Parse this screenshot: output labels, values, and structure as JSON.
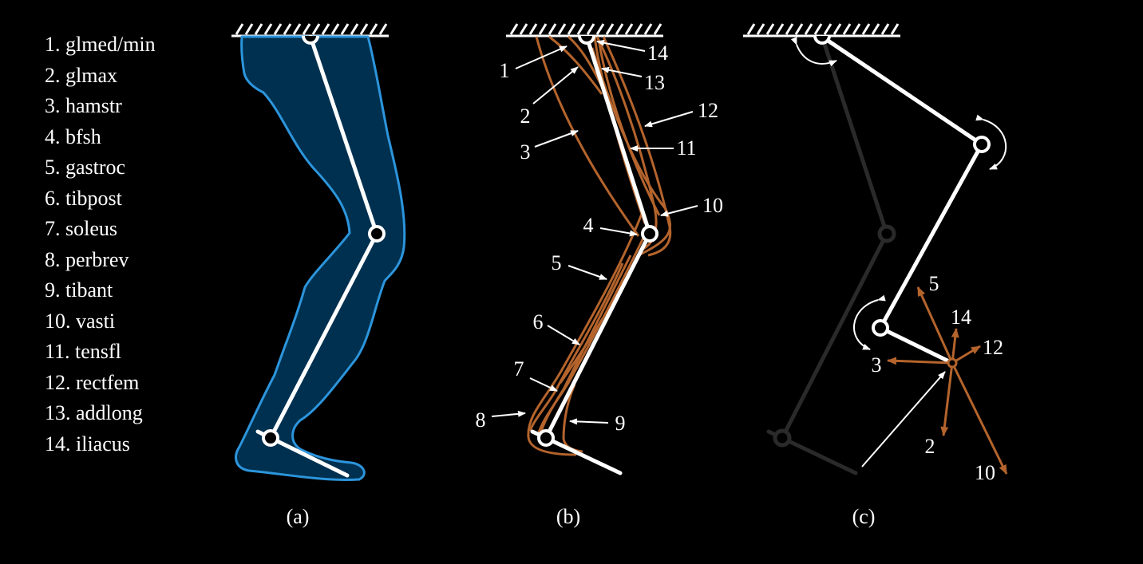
{
  "legend": [
    "1. glmed/min",
    "2. glmax",
    "3. hamstr",
    "4. bfsh",
    "5. gastroc",
    "6. tibpost",
    "7. soleus",
    "8. perbrev",
    "9. tibant",
    "10. vasti",
    "11. tensfl",
    "12. rectfem",
    "13. addlong",
    "14. iliacus"
  ],
  "panels": {
    "a": "(a)",
    "b": "(b)",
    "c": "(c)"
  },
  "panel_b_labels": {
    "n1": "1",
    "n2": "2",
    "n3": "3",
    "n4": "4",
    "n5": "5",
    "n6": "6",
    "n7": "7",
    "n8": "8",
    "n9": "9",
    "n10": "10",
    "n11": "11",
    "n12": "12",
    "n13": "13",
    "n14": "14"
  },
  "panel_c_labels": {
    "n5": "5",
    "n14": "14",
    "n12": "12",
    "n3": "3",
    "n2": "2",
    "n10": "10"
  },
  "colors": {
    "background": "#000000",
    "leg_fill": "#00304f",
    "leg_outline": "#2c95dc",
    "muscle": "#b4642c",
    "skeleton": "#ffffff",
    "faded_skeleton": "#2a2a2a"
  },
  "icons": {
    "ground": "hatched-ground-icon",
    "joint": "pin-joint-icon",
    "rotation": "curved-rotation-arrow-icon"
  }
}
